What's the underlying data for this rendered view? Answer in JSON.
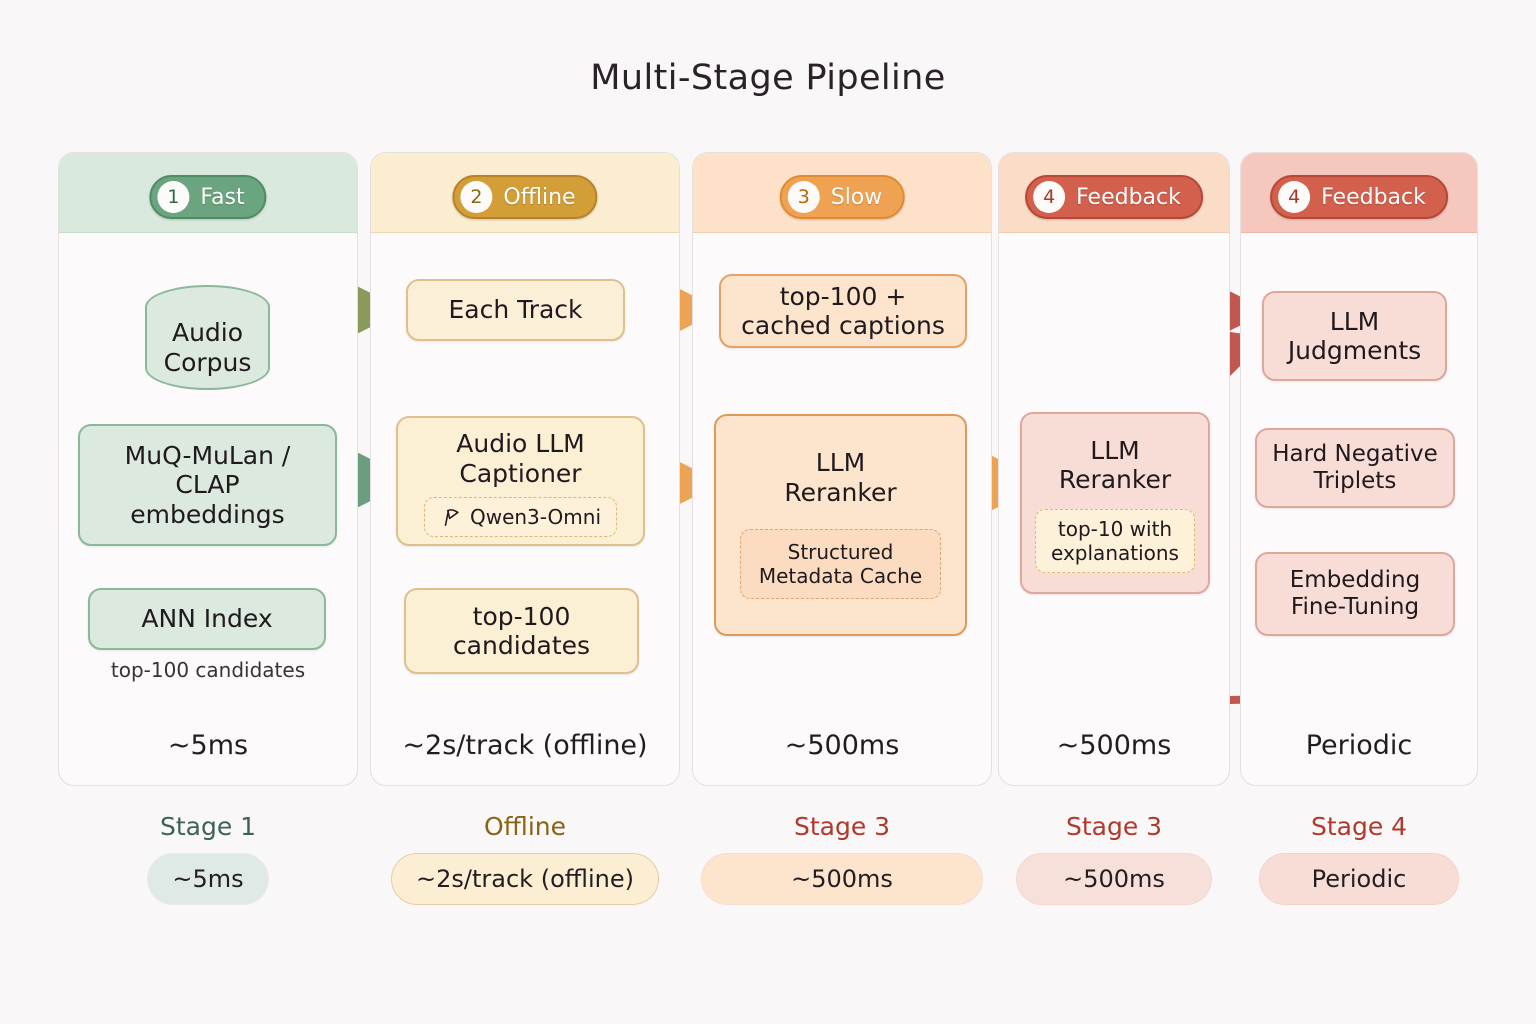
{
  "title": "Multi-Stage Pipeline",
  "columns": [
    {
      "id": "stage1",
      "badge_number": "1",
      "badge_label": "Fast",
      "latency": "~5ms",
      "caption": "top-100 candidates",
      "nodes": [
        {
          "name": "audio-corpus",
          "text": "Audio\nCorpus",
          "shape": "cylinder"
        },
        {
          "name": "embeddings",
          "text": "MuQ-MuLan /\nCLAP\nembeddings",
          "shape": "box"
        },
        {
          "name": "ann-index",
          "text": "ANN Index",
          "shape": "box"
        }
      ],
      "colors": {
        "accent": "#6fa882",
        "band": "#d9e9dd",
        "chip": "#5f9e75",
        "node_fill": "#dbe9de",
        "node_border": "#8cb89a",
        "number": "#2f6a45"
      }
    },
    {
      "id": "offline",
      "badge_number": "2",
      "badge_label": "Offline",
      "latency": "~2s/track (offline)",
      "caption": "",
      "nodes": [
        {
          "name": "each-track",
          "text": "Each Track",
          "shape": "box"
        },
        {
          "name": "audio-llm-captioner",
          "text": "Audio LLM\nCaptioner",
          "shape": "box",
          "tag": "Qwen3-Omni",
          "tag_icon": "flag-icon"
        },
        {
          "name": "top-100-candidates",
          "text": "top-100\ncandidates",
          "shape": "box"
        }
      ],
      "colors": {
        "accent": "#d9b560",
        "band": "#fbedcf",
        "chip": "#cc9a34",
        "node_fill": "#fbefd4",
        "node_border": "#d9b87a",
        "number": "#8a6415"
      }
    },
    {
      "id": "stage3",
      "badge_number": "3",
      "badge_label": "Slow",
      "latency": "~500ms",
      "caption": "",
      "nodes": [
        {
          "name": "top-100-cached-captions",
          "text": "top-100 +\ncached captions",
          "shape": "box"
        },
        {
          "name": "llm-reranker-slow",
          "text": "LLM\nReranker",
          "shape": "box",
          "tag": "Structured\nMetadata Cache",
          "tag_icon": ""
        }
      ],
      "colors": {
        "accent": "#f0a355",
        "band": "#fde2c9",
        "chip": "#ef9b43",
        "node_fill": "#fde5cd",
        "node_border": "#e6a367",
        "number": "#b96512"
      }
    },
    {
      "id": "stage3b",
      "badge_number": "4",
      "badge_label": "Feedback",
      "latency": "~500ms",
      "caption": "",
      "nodes": [
        {
          "name": "llm-reranker-feedback",
          "text": "LLM\nReranker",
          "shape": "box",
          "tag": "top-10 with\nexplanations",
          "tag_icon": ""
        }
      ],
      "colors": {
        "accent": "#cf6a5b",
        "band": "#fbdcc7",
        "chip": "#d2604d",
        "node_fill": "#f8ddd6",
        "node_border": "#dfa79c",
        "number": "#a8372a"
      }
    },
    {
      "id": "stage4",
      "badge_number": "4",
      "badge_label": "Feedback",
      "latency": "Periodic",
      "caption": "",
      "nodes": [
        {
          "name": "llm-judgments",
          "text": "LLM\nJudgments",
          "shape": "box"
        },
        {
          "name": "hard-negative-triplets",
          "text": "Hard Negative\nTriplets",
          "shape": "box"
        },
        {
          "name": "embedding-fine-tuning",
          "text": "Embedding\nFine-Tuning",
          "shape": "box"
        }
      ],
      "colors": {
        "accent": "#c4584a",
        "band": "#f6c8bd",
        "chip": "#d2604d",
        "node_fill": "#f8ddd6",
        "node_border": "#dfa79c",
        "number": "#a8372a"
      }
    }
  ],
  "legend": [
    {
      "name": "legend-stage-1",
      "title": "Stage 1",
      "pill": "~5ms",
      "title_color": "#3d6354",
      "pill_bg": "#dfe9e6",
      "pill_border": "#eae7e6"
    },
    {
      "name": "legend-offline",
      "title": "Offline",
      "pill": "~2s/track (offline)",
      "title_color": "#8a6415",
      "pill_bg": "#fbeed2",
      "pill_border": "#e3cfa2"
    },
    {
      "name": "legend-stage-3",
      "title": "Stage 3",
      "pill": "~500ms",
      "title_color": "#b0392c",
      "pill_bg": "#fce4cd",
      "pill_border": "#f2ddd3"
    },
    {
      "name": "legend-stage-3b",
      "title": "Stage 3",
      "pill": "~500ms",
      "title_color": "#b0392c",
      "pill_bg": "#f8e0da",
      "pill_border": "#f0d8d2"
    },
    {
      "name": "legend-stage-4",
      "title": "Stage 4",
      "pill": "Periodic",
      "title_color": "#b0392c",
      "pill_bg": "#f8ddd6",
      "pill_border": "#f0d2cb"
    }
  ],
  "arrow_colors": {
    "green": "#6c9d7e",
    "olive": "#8a9a5b",
    "gold": "#d3b05f",
    "orange": "#eda354",
    "salmon": "#d98a6a",
    "red": "#c0584f"
  }
}
